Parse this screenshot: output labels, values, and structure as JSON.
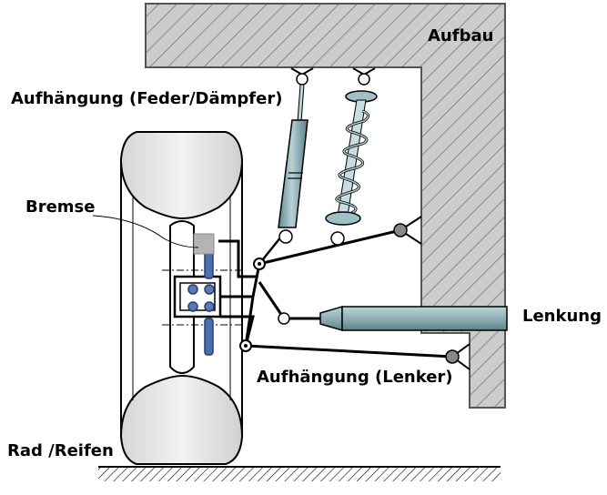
{
  "labels": {
    "aufbau": "Aufbau",
    "aufhaengung_feder_daempfer": "Aufhängung (Feder/Dämpfer)",
    "bremse": "Bremse",
    "lenkung": "Lenkung",
    "aufhaengung_lenker": "Aufhängung (Lenker)",
    "rad_reifen": "Rad /Reifen"
  },
  "colors": {
    "body_fill": "#c8c8c8",
    "damper_fill": "#7fa5ad",
    "spring_coil": "#a8cbd1",
    "brake_blue": "#4d6fae",
    "caliper_gray": "#b4b4b4",
    "joint_gray": "#888888"
  }
}
